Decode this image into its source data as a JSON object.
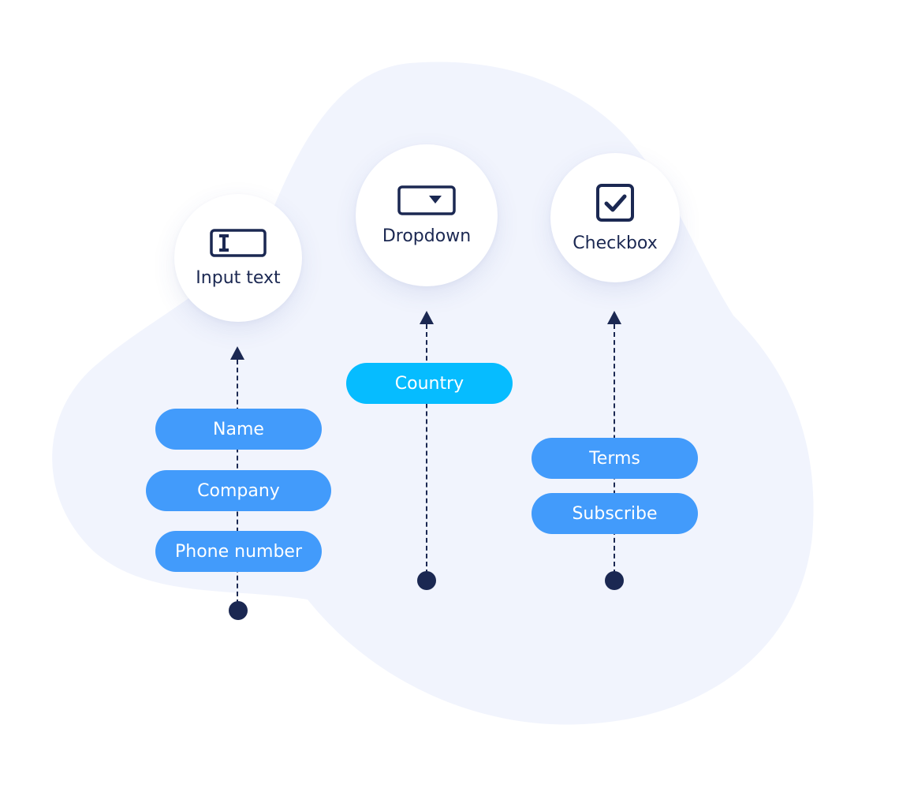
{
  "colors": {
    "blob": "#f1f4fd",
    "navy": "#1b2852",
    "pill_blue": "#429bfb",
    "pill_cyan": "#06bcff"
  },
  "columns": [
    {
      "icon": "input-text-icon",
      "label": "Input text",
      "fields": [
        "Name",
        "Company",
        "Phone number"
      ]
    },
    {
      "icon": "dropdown-icon",
      "label": "Dropdown",
      "fields": [
        "Country"
      ]
    },
    {
      "icon": "checkbox-icon",
      "label": "Checkbox",
      "fields": [
        "Terms",
        "Subscribe"
      ]
    }
  ]
}
